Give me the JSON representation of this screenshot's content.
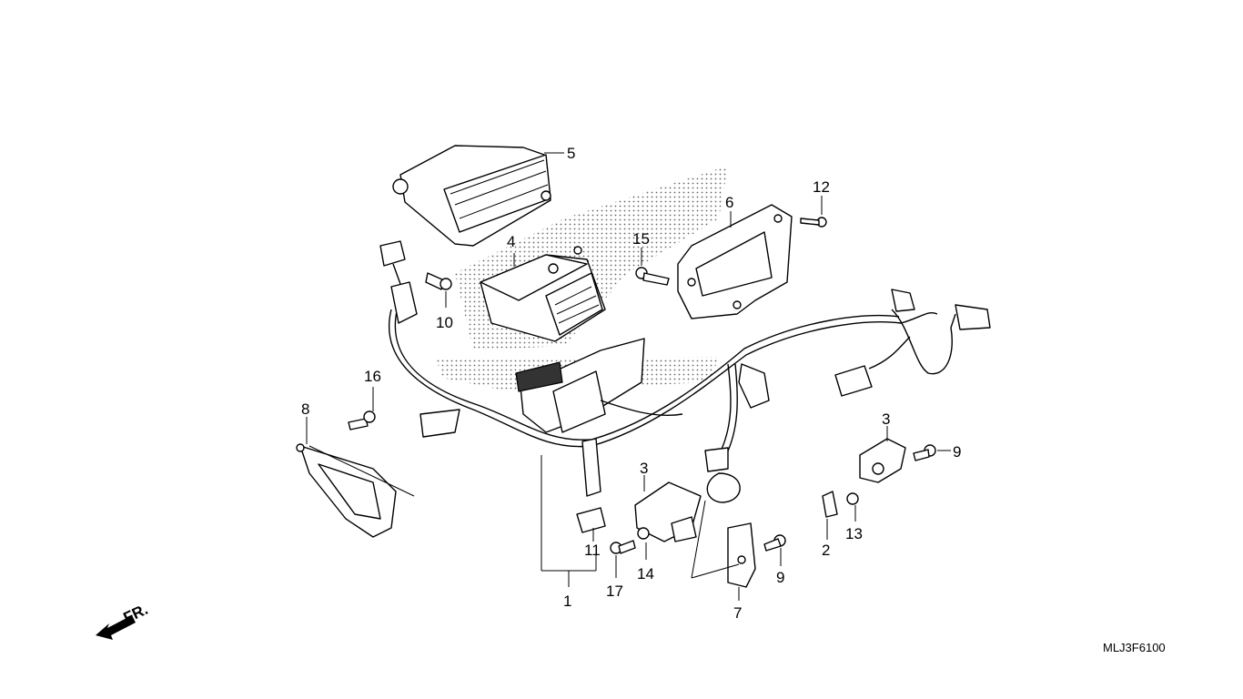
{
  "diagram": {
    "code": "MLJ3F6100",
    "direction_label": "FR.",
    "callouts": [
      "1",
      "2",
      "3",
      "3",
      "4",
      "5",
      "6",
      "7",
      "8",
      "9",
      "9",
      "10",
      "11",
      "12",
      "13",
      "14",
      "15",
      "16",
      "17"
    ]
  }
}
